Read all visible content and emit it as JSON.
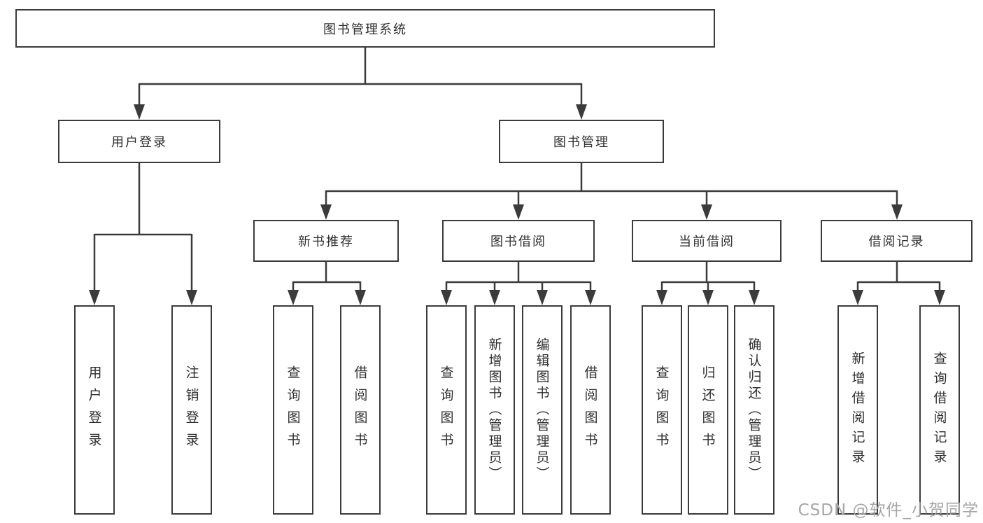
{
  "diagram": {
    "root": {
      "label": "图书管理系统"
    },
    "level2": [
      {
        "id": "user-login",
        "label": "用户登录"
      },
      {
        "id": "book-management",
        "label": "图书管理"
      }
    ],
    "level3": [
      {
        "id": "new-book-recommend",
        "label": "新书推荐"
      },
      {
        "id": "book-borrow",
        "label": "图书借阅"
      },
      {
        "id": "current-borrow",
        "label": "当前借阅"
      },
      {
        "id": "borrow-records",
        "label": "借阅记录"
      }
    ],
    "leaves": [
      {
        "group": "user-login",
        "label": "用户登录"
      },
      {
        "group": "user-login",
        "label": "注销登录"
      },
      {
        "group": "new-book-recommend",
        "label": "查询图书"
      },
      {
        "group": "new-book-recommend",
        "label": "借阅图书"
      },
      {
        "group": "book-borrow",
        "label": "查询图书"
      },
      {
        "group": "book-borrow",
        "label": "新增图书（管理员）"
      },
      {
        "group": "book-borrow",
        "label": "编辑图书（管理员）"
      },
      {
        "group": "book-borrow",
        "label": "借阅图书"
      },
      {
        "group": "current-borrow",
        "label": "查询图书"
      },
      {
        "group": "current-borrow",
        "label": "归还图书"
      },
      {
        "group": "current-borrow",
        "label": "确认归还（管理员）"
      },
      {
        "group": "borrow-records",
        "label": "新增借阅记录"
      },
      {
        "group": "borrow-records",
        "label": "查询借阅记录"
      }
    ]
  },
  "watermark": {
    "text": "CSDN @软件_小贺同学"
  },
  "colors": {
    "line": "#3b3b3b",
    "text": "#2f2f2f",
    "box_background": "#ffffff",
    "page_background": "#ffffff",
    "watermark": "#a6a6a6"
  }
}
